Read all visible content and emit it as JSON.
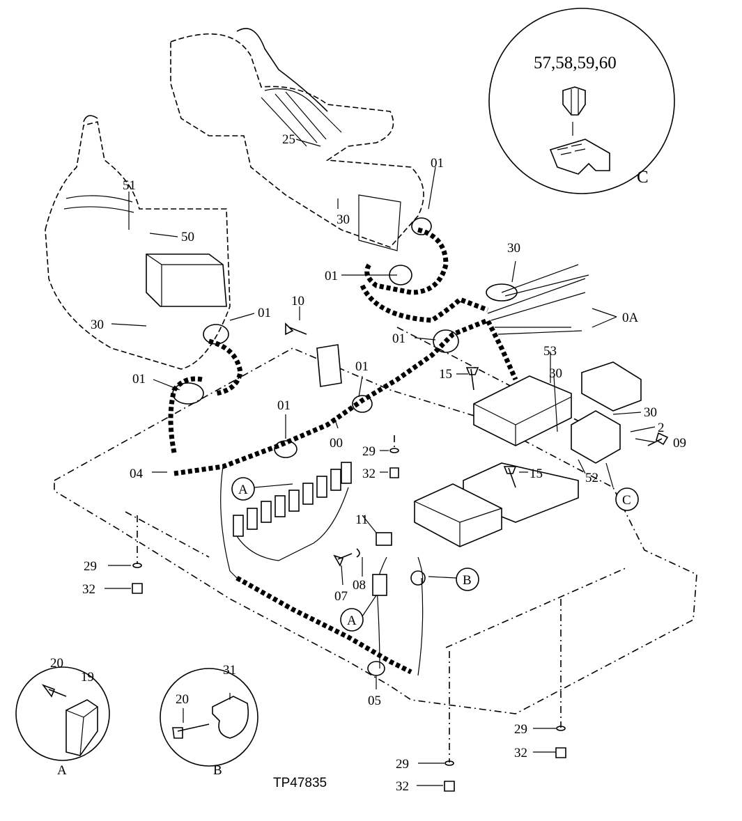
{
  "figure_id": "TP47835",
  "detail_circles": {
    "A": {
      "marker": "A",
      "part_labels": [
        "20",
        "19"
      ]
    },
    "B": {
      "marker": "B",
      "part_labels": [
        "20",
        "31"
      ]
    },
    "C": {
      "marker": "C",
      "part_labels": [
        "57,58,59,60"
      ]
    }
  },
  "callouts": {
    "c25": "25",
    "c01_top": "01",
    "c30_top": "30",
    "c51": "51",
    "c50": "50",
    "c01_mid": "01",
    "c30_right": "30",
    "c10": "10",
    "c01_lever": "01",
    "c30_left": "30",
    "c0A": "0A",
    "c01_center": "01",
    "c53": "53",
    "c01_low_left": "01",
    "c01_bracket": "01",
    "c15_top": "15",
    "c30_ctrl": "30",
    "c30_fuse": "30",
    "c2": "2",
    "c09": "09",
    "c01_harness": "01",
    "c00": "00",
    "c29_mid": "29",
    "c32_mid": "32",
    "c15_mid": "15",
    "c52": "52",
    "c04": "04",
    "cA_conn": "A",
    "cC_fuse": "C",
    "c11": "11",
    "c29_left": "29",
    "c32_left": "32",
    "c07": "07",
    "c08": "08",
    "cB": "B",
    "cA_lower": "A",
    "c05": "05",
    "c29_right": "29",
    "c32_right": "32",
    "c29_bottom": "29",
    "c32_bottom": "32"
  }
}
